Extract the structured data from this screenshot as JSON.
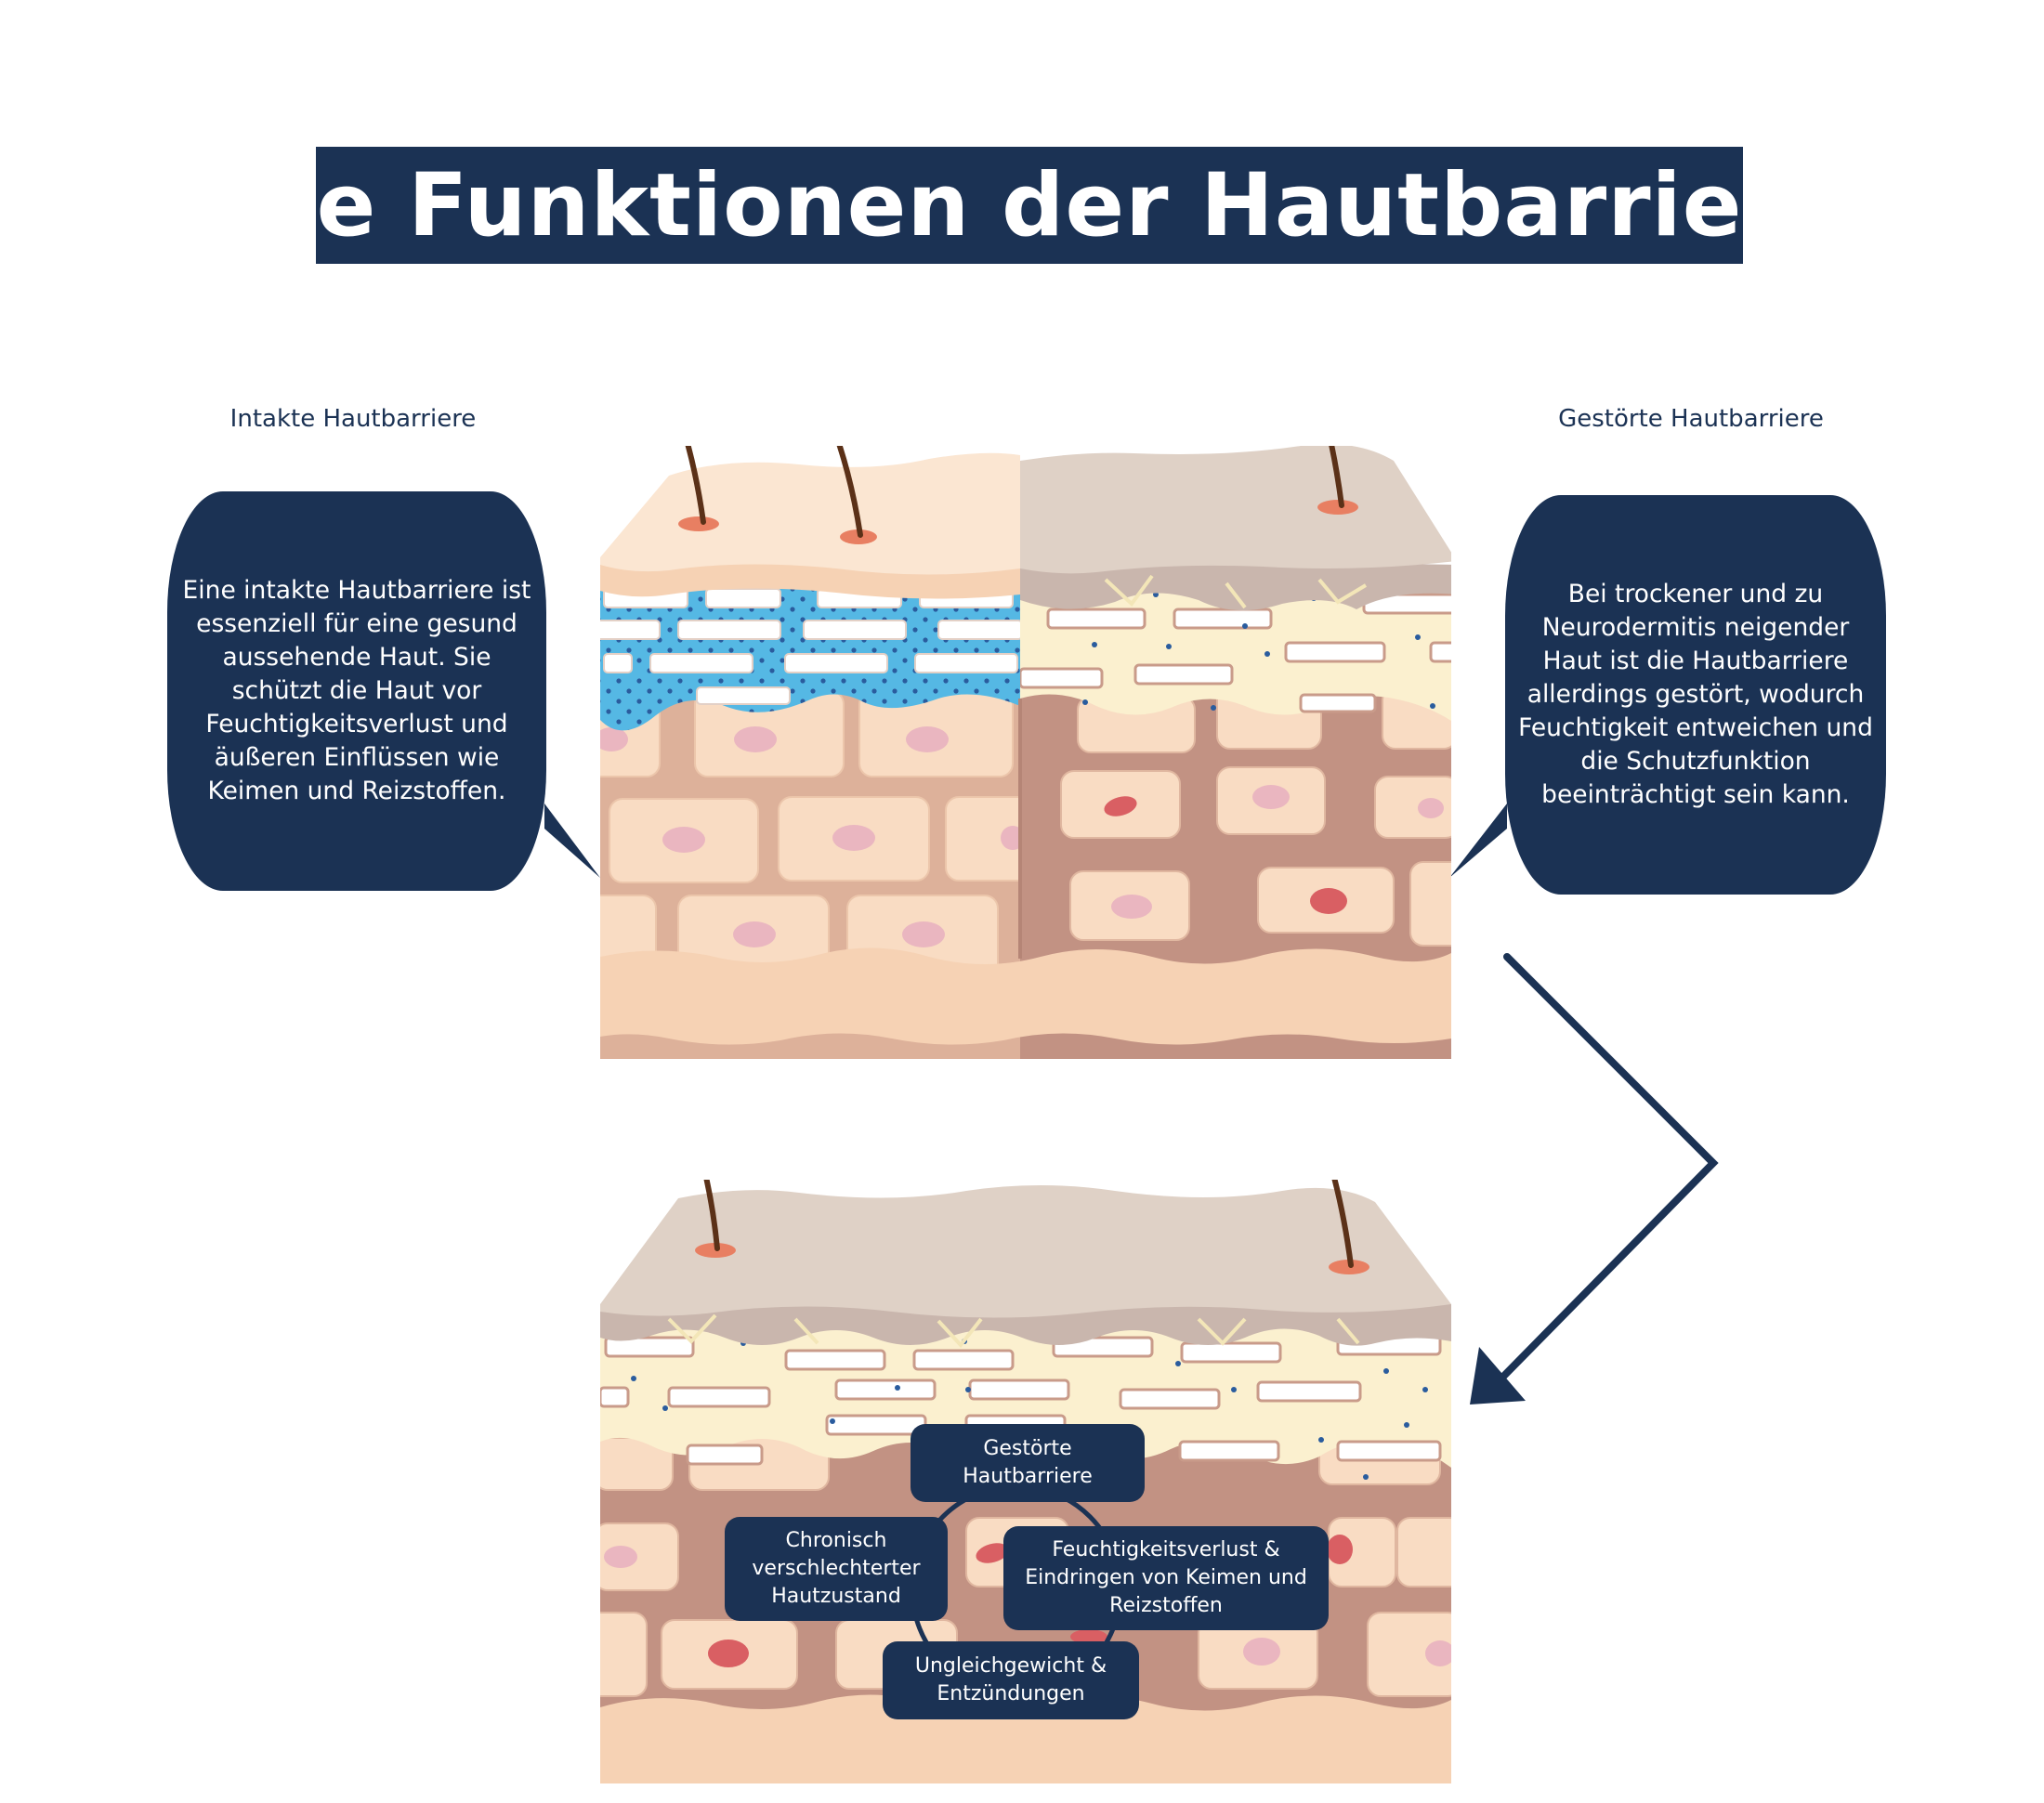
{
  "title": "Die Funktionen der Hautbarriere",
  "left_panel": {
    "label": "Intakte Hautbarriere",
    "description": "Eine intakte Hautbarriere ist essenziell für eine gesund aussehende Haut. Sie schützt die Haut vor Feuchtigkeitsverlust und äußeren Einflüssen wie Keimen und Reizstoffen."
  },
  "right_panel": {
    "label": "Gestörte Hautbarriere",
    "description": "Bei trockener und zu Neurodermitis neigender Haut ist die Hautbarriere allerdings gestört, wodurch Feuchtigkeit entweichen und die Schutzfunktion beeinträchtigt sein kann."
  },
  "cycle": {
    "top": "Gestörte Hautbarriere",
    "right": "Feuchtigkeitsverlust & Eindringen von Keimen und Reizstoffen",
    "bottom": "Ungleichgewicht & Entzündungen",
    "left": "Chronisch verschlechterter Hautzustand"
  },
  "colors": {
    "navy": "#1b3254",
    "skin_light": "#fbe6d2",
    "skin_mid": "#f6d2b4",
    "skin_dark": "#e5b59a",
    "damaged_top": "#dfd1c6",
    "damaged_mid": "#c29283",
    "lipid_blue": "#55b8e4",
    "dot_blue": "#2a5c9e",
    "nucleus_pink": "#eab6c0",
    "nucleus_red": "#d95f63",
    "hair_brown": "#5b3118",
    "follicle": "#e87f62",
    "cream": "#fbf0cf"
  }
}
